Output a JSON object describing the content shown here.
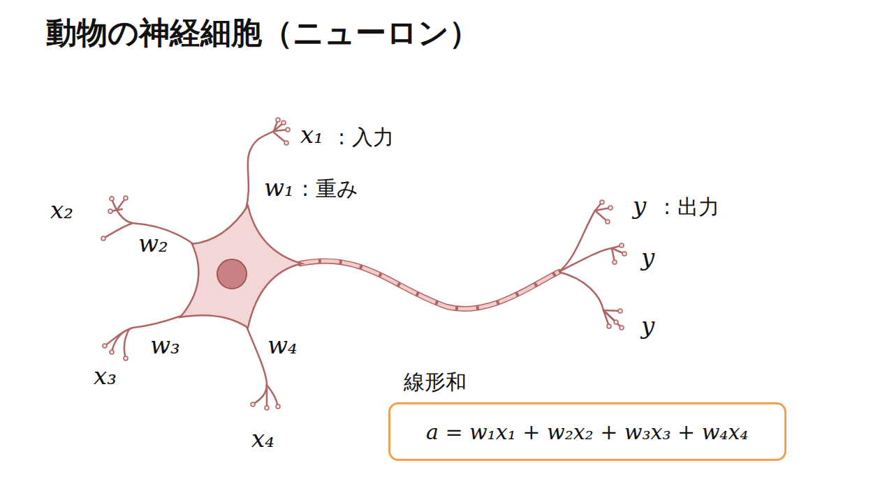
{
  "diagram": {
    "title": "動物の神経細胞（ニューロン）",
    "nodes": [
      {
        "text": [
          "線形和",
          "a = w₁x₁ + w₂x₂ + w₃x₃ + w₄x₄"
        ]
      }
    ],
    "labels": [
      "x₁",
      ": 入力",
      "w₁",
      ": 重み",
      "x₂",
      "w₂",
      "w₃",
      "x₃",
      "w₄",
      "x₄",
      "y",
      ": 出力",
      "y",
      "y"
    ]
  }
}
